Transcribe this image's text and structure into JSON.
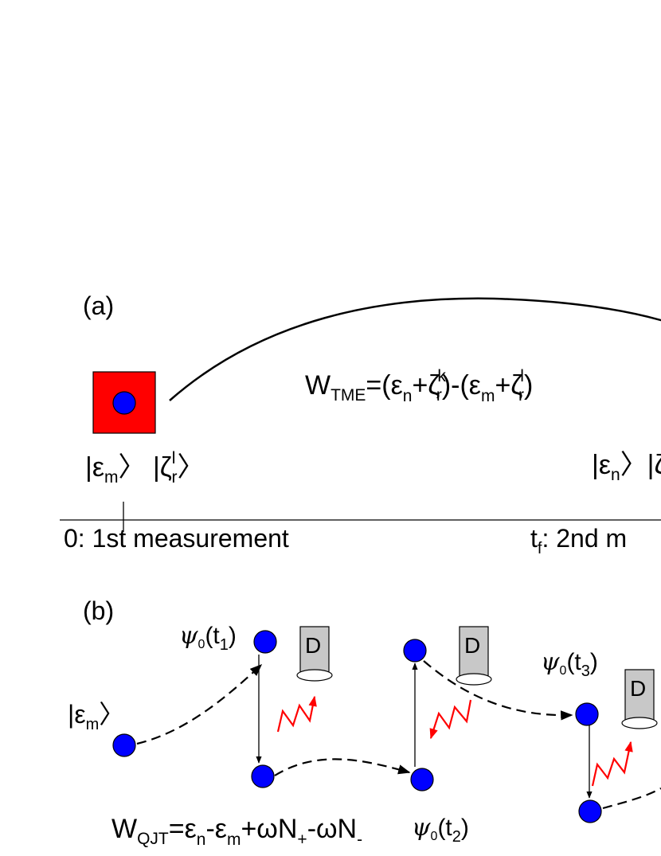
{
  "panel_a": {
    "label": "(a)",
    "state_initial": {
      "base": "|ε",
      "sub": "m",
      "ket_left": "〉 |ζ",
      "sup": "l",
      "ket_sub": "r",
      "ket_right": "〉"
    },
    "state_final_visible": {
      "base": "|ε",
      "sub": "n",
      "tail": "〉|ζ"
    },
    "w_tme": {
      "W": "W",
      "W_sub": "TME",
      "p1": "=(ε",
      "p1_sub": "n",
      "p2": "+ζ",
      "p2_sup": "k",
      "p2_sub": "r",
      "p3": ")-(ε",
      "p3_sub": "m",
      "p4": "+ζ",
      "p4_sup": "l",
      "p4_sub": "r",
      "p5": ")"
    },
    "time_start_label": "0: 1st measurement",
    "time_end_label": {
      "t": "t",
      "sub": "f",
      "rest": ": 2nd m"
    }
  },
  "panel_b": {
    "label": "(b)",
    "detector_label": "D",
    "psi_t1": {
      "psi": "ψ",
      "sub0": "0",
      "paren": "(t",
      "tsub": "1",
      "close": ")"
    },
    "psi_t2": {
      "psi": "ψ",
      "sub0": "0",
      "paren": "(t",
      "tsub": "2",
      "close": ")"
    },
    "psi_t3": {
      "psi": "ψ",
      "sub0": "0",
      "paren": "(t",
      "tsub": "3",
      "close": ")"
    },
    "state_initial": {
      "base": "|ε",
      "sub": "m",
      "close": "〉"
    },
    "w_qjt": {
      "W": "W",
      "W_sub": "QJT",
      "p1": "=ε",
      "p1_sub": "n",
      "p2": "-ε",
      "p2_sub": "m",
      "p3": "+ωN",
      "p3_sub": "+",
      "p4": "-ωN",
      "p4_sub": "-"
    }
  },
  "colors": {
    "red_box": "#ff0000",
    "electron_blue": "#0000ff",
    "detector_gray": "#c8c8c8",
    "photon_red": "#ff0000"
  }
}
